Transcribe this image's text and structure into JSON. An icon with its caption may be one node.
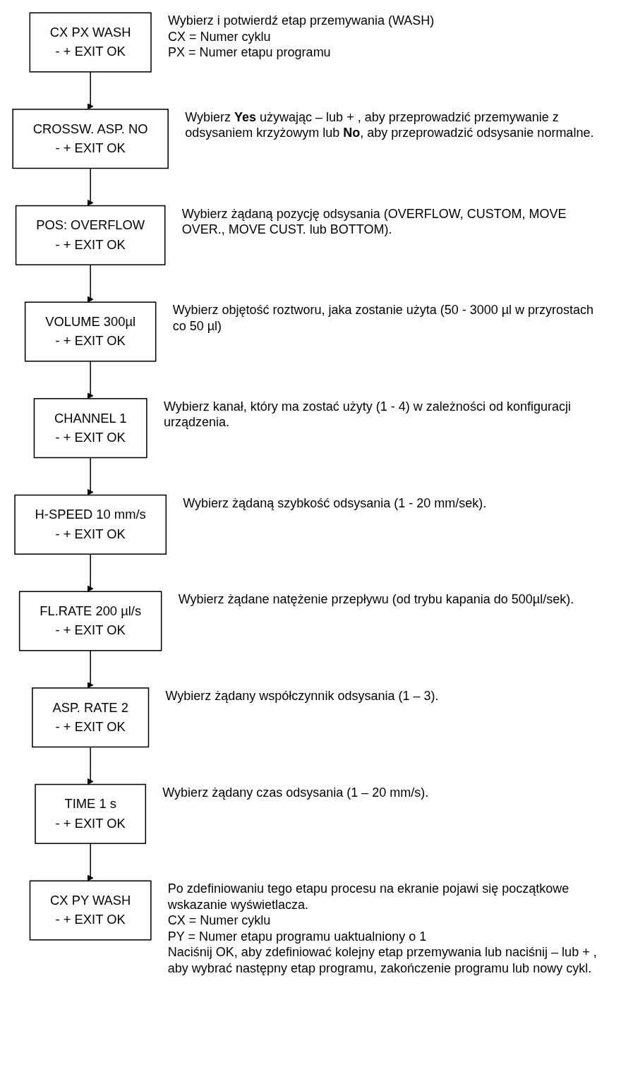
{
  "diagram": {
    "nodes": [
      {
        "text": [
          "CX PX WASH",
          "- + EXIT OK"
        ],
        "beside": [
          "Wybierz i potwierdź etap przemywania (WASH)",
          "CX = Numer cyklu",
          "PX = Numer etapu programu"
        ]
      },
      {
        "text": [
          "CROSSW. ASP. NO",
          "- + EXIT OK"
        ],
        "beside": [
          "Wybierz **Yes** używając – lub + , aby przeprowadzić przemywanie z odsysaniem krzyżowym lub **No**, aby przeprowadzić odsysanie normalne."
        ]
      },
      {
        "text": [
          "POS: OVERFLOW",
          "- + EXIT OK"
        ],
        "beside": [
          "Wybierz żądaną pozycję odsysania (OVERFLOW, CUSTOM, MOVE OVER., MOVE CUST. lub BOTTOM)."
        ]
      },
      {
        "text": [
          "VOLUME 300µl",
          "- + EXIT OK"
        ],
        "beside": [
          "Wybierz objętość roztworu, jaka zostanie użyta (50 - 3000 µl w przyrostach co 50 µl)"
        ]
      },
      {
        "text": [
          "CHANNEL 1",
          "- + EXIT OK"
        ],
        "beside": [
          "Wybierz kanał, który ma zostać użyty (1 - 4) w zależności od konfiguracji urządzenia."
        ]
      },
      {
        "text": [
          "H-SPEED 10 mm/s",
          "- + EXIT OK"
        ],
        "beside": [
          "Wybierz żądaną szybkość odsysania (1 - 20 mm/sek)."
        ]
      },
      {
        "text": [
          "FL.RATE 200 µl/s",
          "- + EXIT OK"
        ],
        "beside": [
          "Wybierz żądane natężenie przepływu (od trybu kapania do 500µl/sek)."
        ]
      },
      {
        "text": [
          "ASP. RATE 2",
          "- + EXIT OK"
        ],
        "beside": [
          "Wybierz żądany współczynnik odsysania (1 – 3)."
        ]
      },
      {
        "text": [
          "TIME 1 s",
          "- + EXIT OK"
        ],
        "beside": [
          "Wybierz żądany czas odsysania (1 – 20 mm/s)."
        ]
      },
      {
        "text": [
          "CX PY WASH",
          "- + EXIT OK"
        ],
        "beside": [
          "Po zdefiniowaniu tego etapu procesu na ekranie pojawi się początkowe wskazanie wyświetlacza.",
          "CX = Numer cyklu",
          "PY = Numer etapu programu uaktualniony o 1",
          "Naciśnij OK, aby zdefiniować kolejny etap przemywania lub naciśnij – lub + , aby wybrać następny etap programu, zakończenie programu lub nowy cykl."
        ]
      }
    ],
    "edges": [
      {
        "from": 0,
        "to": 1,
        "arrow": "to"
      },
      {
        "from": 1,
        "to": 2,
        "arrow": "to"
      },
      {
        "from": 2,
        "to": 3,
        "arrow": "to"
      },
      {
        "from": 3,
        "to": 4,
        "arrow": "to"
      },
      {
        "from": 4,
        "to": 5,
        "arrow": "to"
      },
      {
        "from": 5,
        "to": 6,
        "arrow": "to"
      },
      {
        "from": 6,
        "to": 7,
        "arrow": "to"
      },
      {
        "from": 7,
        "to": 8,
        "arrow": "to"
      },
      {
        "from": 8,
        "to": 9,
        "arrow": "to"
      }
    ]
  }
}
